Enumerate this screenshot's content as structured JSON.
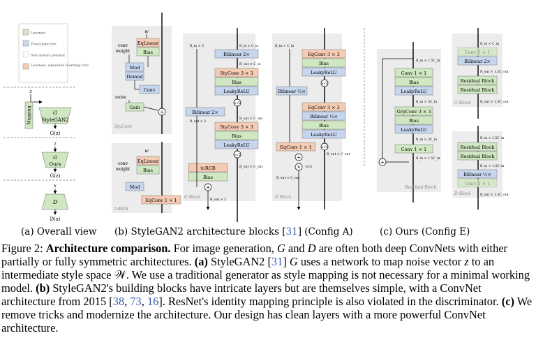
{
  "legend": {
    "learned": "Learned",
    "fixed": "Fixed-function",
    "not_always": "Not always present",
    "learned_eq": "Learned, equalized learning rate"
  },
  "overall": {
    "z": "z",
    "mapping": "Mapping",
    "g_label": "G",
    "stylegan2": "StyleGAN2",
    "gz": "G(z)",
    "ours_g": "G",
    "ours": "Ours",
    "d": "D",
    "dx": "D(x)",
    "x": "x"
  },
  "styconv": {
    "w": "w",
    "eqlinear": "EqLinear",
    "bias": "Bias",
    "conv_weight": "conv\nweight",
    "conv_w1": "conv",
    "conv_w2": "weight",
    "mod": "Mod",
    "demod": "Demod",
    "conv": "Conv",
    "noise": "noise",
    "gain": "Gain",
    "plus": "+",
    "name": "StyConv"
  },
  "torgb": {
    "w": "w",
    "eqlinear": "EqLinear",
    "bias": "Bias",
    "conv": "conv",
    "weight": "weight",
    "mod": "Mod",
    "eqconv": "EqConv 1 × 1",
    "name": "toRGB"
  },
  "gblock": {
    "rin3": "R_in × 3",
    "rinc": "R_in × C_in",
    "bilinear2x": "Bilinear 2×",
    "rout_cin": "R_out × C_in",
    "styconv1": "StyConv 3 × 3",
    "bias": "Bias",
    "lrelu": "LeakyReLU",
    "sqrt2": "×√2",
    "bilinear2x_side": "Bilinear 2×",
    "rout3": "R_out × 3",
    "rout_cout": "R_out × C_out",
    "styconv2": "StyConv 3 × 3",
    "torgb": "toRGB",
    "name": "G Block",
    "plus": "+",
    "out3": "R_out × 3"
  },
  "dblock": {
    "rinc": "R_in × C_in",
    "eqconv1": "EqConv 3 × 3",
    "bias": "Bias",
    "lrelu": "LeakyReLU",
    "sqrt2": "×√2",
    "bilinear_half": "Bilinear ½×",
    "rout_cin": "R_out × C_in",
    "eqconv2": "EqConv 3 × 3",
    "bilinear_half2": "Bilinear ½×",
    "rout_cout": "R_out × C_out",
    "eqconv11": "EqConv 1 × 1",
    "plus": "+",
    "times": "×",
    "inv_sqrt2": "1/√2",
    "name": "D Block",
    "out": "R_out × C_out"
  },
  "residual": {
    "rin": "R_in × 1.5C_in",
    "conv11a": "Conv 1 × 1",
    "bias": "Bias",
    "lrelu": "LeakyReLU",
    "rin3": "R_in × 3C_in",
    "grpconv": "GrpConv 3 × 3",
    "conv11b": "Conv 1 × 1",
    "name": "Residual Block",
    "plus": "+"
  },
  "ours_g": {
    "rin": "R_in × C_in",
    "conv11": "Conv 1 × 1",
    "bilinear2x": "Bilinear 2×",
    "rout15": "R_out × 1.5C_out",
    "resblock1": "Residual Block",
    "resblock2": "Residual Block",
    "name": "G Block",
    "rout15b": "R_out × 1.5C_out"
  },
  "ours_d": {
    "rin": "R_in × 1.5C_in",
    "resblock1": "Residual Block",
    "resblock2": "Residual Block",
    "rin15": "R_in × 1.5C_in",
    "bilinear_half": "Bilinear ½×",
    "conv11": "Conv 1 × 1",
    "name": "D Block",
    "rout": "R_out × 1.5C_out"
  },
  "subcaptions": {
    "a": "(a) Overall view",
    "b_pre": "(b) StyleGAN2 architecture blocks [",
    "b_cite": "31",
    "b_post": "] (Config A)",
    "c": "(c) Ours (Config E)"
  },
  "caption": {
    "fig": "Figure 2: ",
    "title": "Architecture comparison.",
    "t1": " For image generation, ",
    "t1b": "G",
    "t1c": " and ",
    "t1d": "D",
    "t1e": " are often both deep ConvNets with either partially or fully symmetric architectures. ",
    "a": "(a)",
    "t2": " StyleGAN2 [",
    "c31": "31",
    "t3": "] ",
    "t3g": "G",
    "t4": " uses a network to map noise vector ",
    "t4z": "z",
    "t5": " to an intermediate style space ",
    "t5w": "𝒲",
    "t6": ". We use a traditional generator as style mapping is not necessary for a minimal working model. ",
    "b": "(b)",
    "t7": " StyleGAN2's building blocks have intricate layers but are themselves simple, with a ConvNet architecture from 2015 [",
    "c38": "38",
    "s1": ", ",
    "c73": "73",
    "s2": ", ",
    "c16": "16",
    "t8": "]. ResNet's identity mapping principle is also violated in the discriminator. ",
    "c": "(c)",
    "t9": " We remove tricks and modernize the architecture. Our design has clean layers with a more powerful ConvNet architecture."
  },
  "colors": {
    "learned": "#cfe8c2",
    "fixed": "#c6d6ee",
    "eq": "#f6cbb4",
    "panel": "#ececec"
  }
}
